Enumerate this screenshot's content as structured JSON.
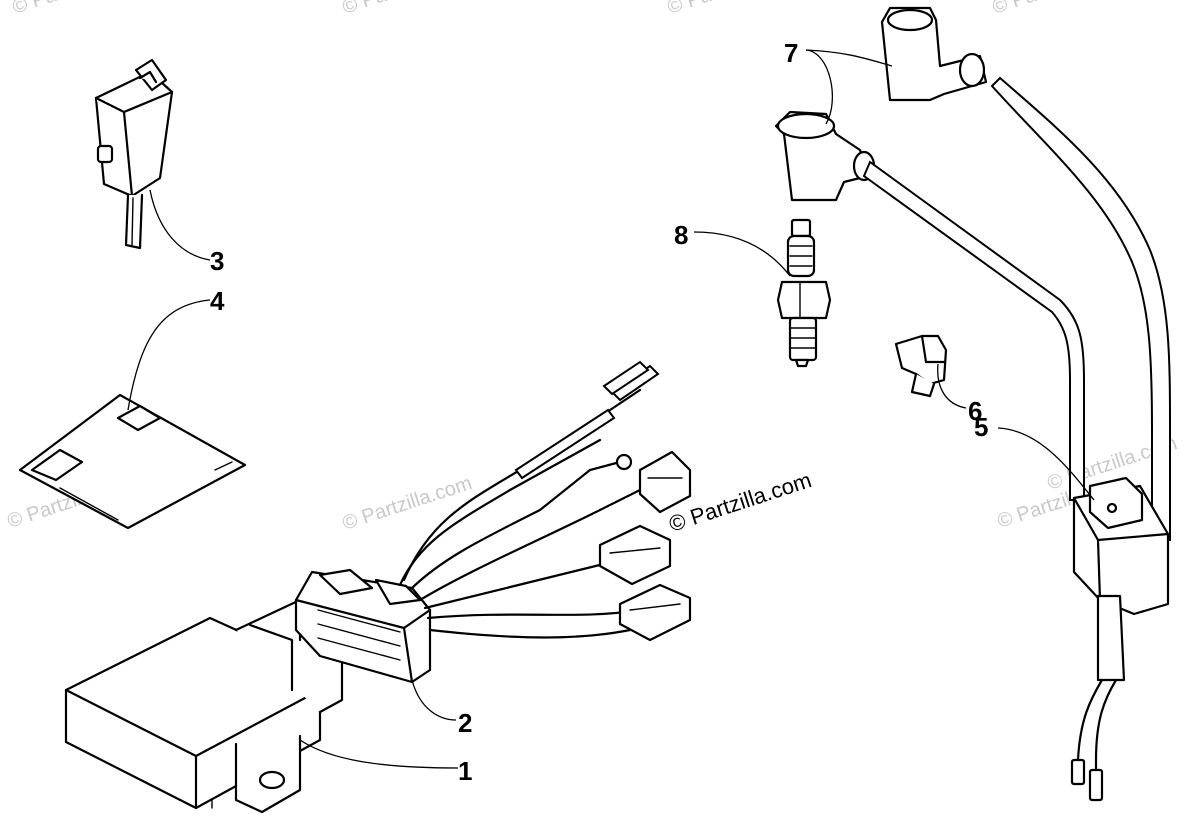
{
  "watermark": {
    "main": "© Partzilla.com",
    "faint": "© Partzilla.com"
  },
  "callouts": [
    {
      "id": "1",
      "label": "1"
    },
    {
      "id": "2",
      "label": "2"
    },
    {
      "id": "3",
      "label": "3"
    },
    {
      "id": "4",
      "label": "4"
    },
    {
      "id": "5",
      "label": "5"
    },
    {
      "id": "6",
      "label": "6"
    },
    {
      "id": "7",
      "label": "7"
    },
    {
      "id": "8",
      "label": "8"
    }
  ],
  "colors": {
    "line": "#000000",
    "background": "#ffffff",
    "watermark": "#c9c9c9"
  }
}
